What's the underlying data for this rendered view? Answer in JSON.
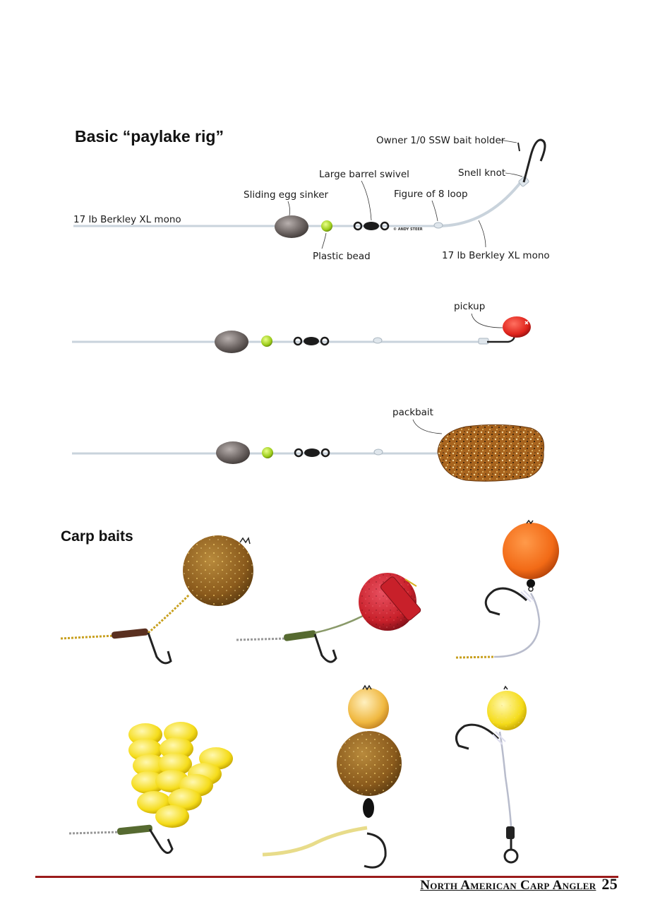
{
  "rig_section": {
    "title": "Basic “paylake rig”",
    "labels": {
      "main_line": "17 lb Berkley XL mono",
      "sinker": "Sliding egg sinker",
      "bead": "Plastic bead",
      "swivel": "Large barrel swivel",
      "loop": "Figure of 8 loop",
      "hook_holder": "Owner 1/0 SSW bait holder",
      "snell": "Snell knot",
      "hooklink": "17 lb Berkley XL mono",
      "credit": "© ANDY STEER"
    },
    "variant_pickup_label": "pickup",
    "variant_packbait_label": "packbait"
  },
  "baits_section": {
    "title": "Carp baits"
  },
  "colors": {
    "line": "#c9d3dc",
    "sinker": "#6e6664",
    "bead": "#9ccc1a",
    "swivel": "#1c1c1c",
    "pickup": "#e0241c",
    "boilie_brown": "#8a5a1c",
    "boilie_red": "#c8202a",
    "pop_up_orange": "#f26a16",
    "corn_yellow": "#f5dc1a",
    "accent_rule": "#9b1b1b"
  },
  "footer": {
    "magazine": "North American Carp Angler",
    "page_number": "25"
  }
}
